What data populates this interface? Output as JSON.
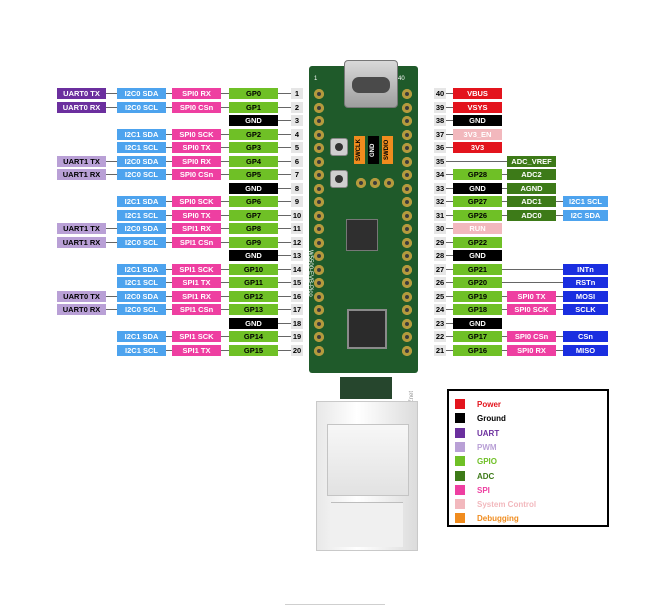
{
  "colors": {
    "power": "#e3141d",
    "ground": "#000000",
    "uart": "#6b2f9e",
    "pwm": "#b9a0d6",
    "gpio": "#6fc026",
    "adc": "#3d7a18",
    "spi": "#ee3fa1",
    "system_control": "#f2b8bd",
    "debugging": "#f08c1e",
    "i2c": "#4da3ee",
    "gray": "#888888",
    "blue_extra": "#1a2ee0"
  },
  "left_pins": [
    {
      "num": "1",
      "cols": [
        {
          "t": "UART0 TX",
          "c": "uart"
        },
        {
          "t": "I2C0 SDA",
          "c": "i2c"
        },
        {
          "t": "SPI0 RX",
          "c": "spi"
        },
        {
          "t": "GP0",
          "c": "gpio"
        }
      ]
    },
    {
      "num": "2",
      "cols": [
        {
          "t": "UART0 RX",
          "c": "uart"
        },
        {
          "t": "I2C0 SCL",
          "c": "i2c"
        },
        {
          "t": "SPI0 CSn",
          "c": "spi"
        },
        {
          "t": "GP1",
          "c": "gpio"
        }
      ]
    },
    {
      "num": "3",
      "cols": [
        null,
        null,
        null,
        {
          "t": "GND",
          "c": "ground"
        }
      ]
    },
    {
      "num": "4",
      "cols": [
        null,
        {
          "t": "I2C1 SDA",
          "c": "i2c"
        },
        {
          "t": "SPI0 SCK",
          "c": "spi"
        },
        {
          "t": "GP2",
          "c": "gpio"
        }
      ]
    },
    {
      "num": "5",
      "cols": [
        null,
        {
          "t": "I2C1 SCL",
          "c": "i2c"
        },
        {
          "t": "SPI0 TX",
          "c": "spi"
        },
        {
          "t": "GP3",
          "c": "gpio"
        }
      ]
    },
    {
      "num": "6",
      "cols": [
        {
          "t": "UART1 TX",
          "c": "pwm"
        },
        {
          "t": "I2C0 SDA",
          "c": "i2c"
        },
        {
          "t": "SPI0 RX",
          "c": "spi"
        },
        {
          "t": "GP4",
          "c": "gpio"
        }
      ]
    },
    {
      "num": "7",
      "cols": [
        {
          "t": "UART1 RX",
          "c": "pwm"
        },
        {
          "t": "I2C0 SCL",
          "c": "i2c"
        },
        {
          "t": "SPI0 CSn",
          "c": "spi"
        },
        {
          "t": "GP5",
          "c": "gpio"
        }
      ]
    },
    {
      "num": "8",
      "cols": [
        null,
        null,
        null,
        {
          "t": "GND",
          "c": "ground"
        }
      ]
    },
    {
      "num": "9",
      "cols": [
        null,
        {
          "t": "I2C1 SDA",
          "c": "i2c"
        },
        {
          "t": "SPI0 SCK",
          "c": "spi"
        },
        {
          "t": "GP6",
          "c": "gpio"
        }
      ]
    },
    {
      "num": "10",
      "cols": [
        null,
        {
          "t": "I2C1 SCL",
          "c": "i2c"
        },
        {
          "t": "SPI0 TX",
          "c": "spi"
        },
        {
          "t": "GP7",
          "c": "gpio"
        }
      ]
    },
    {
      "num": "11",
      "cols": [
        {
          "t": "UART1 TX",
          "c": "pwm"
        },
        {
          "t": "I2C0 SDA",
          "c": "i2c"
        },
        {
          "t": "SPI1 RX",
          "c": "spi"
        },
        {
          "t": "GP8",
          "c": "gpio"
        }
      ]
    },
    {
      "num": "12",
      "cols": [
        {
          "t": "UART1 RX",
          "c": "pwm"
        },
        {
          "t": "I2C0 SCL",
          "c": "i2c"
        },
        {
          "t": "SPI1 CSn",
          "c": "spi"
        },
        {
          "t": "GP9",
          "c": "gpio"
        }
      ]
    },
    {
      "num": "13",
      "cols": [
        null,
        null,
        null,
        {
          "t": "GND",
          "c": "ground"
        }
      ]
    },
    {
      "num": "14",
      "cols": [
        null,
        {
          "t": "I2C1 SDA",
          "c": "i2c"
        },
        {
          "t": "SPI1 SCK",
          "c": "spi"
        },
        {
          "t": "GP10",
          "c": "gpio"
        }
      ]
    },
    {
      "num": "15",
      "cols": [
        null,
        {
          "t": "I2C1 SCL",
          "c": "i2c"
        },
        {
          "t": "SPI1 TX",
          "c": "spi"
        },
        {
          "t": "GP11",
          "c": "gpio"
        }
      ]
    },
    {
      "num": "16",
      "cols": [
        {
          "t": "UART0 TX",
          "c": "pwm"
        },
        {
          "t": "I2C0 SDA",
          "c": "i2c"
        },
        {
          "t": "SPI1 RX",
          "c": "spi"
        },
        {
          "t": "GP12",
          "c": "gpio"
        }
      ]
    },
    {
      "num": "17",
      "cols": [
        {
          "t": "UART0 RX",
          "c": "pwm"
        },
        {
          "t": "I2C0 SCL",
          "c": "i2c"
        },
        {
          "t": "SPI1 CSn",
          "c": "spi"
        },
        {
          "t": "GP13",
          "c": "gpio"
        }
      ]
    },
    {
      "num": "18",
      "cols": [
        null,
        null,
        null,
        {
          "t": "GND",
          "c": "ground"
        }
      ]
    },
    {
      "num": "19",
      "cols": [
        null,
        {
          "t": "I2C1 SDA",
          "c": "i2c"
        },
        {
          "t": "SPI1 SCK",
          "c": "spi"
        },
        {
          "t": "GP14",
          "c": "gpio"
        }
      ]
    },
    {
      "num": "20",
      "cols": [
        null,
        {
          "t": "I2C1 SCL",
          "c": "i2c"
        },
        {
          "t": "SPI1 TX",
          "c": "spi"
        },
        {
          "t": "GP15",
          "c": "gpio"
        }
      ]
    }
  ],
  "right_pins": [
    {
      "num": "40",
      "cols": [
        {
          "t": "VBUS",
          "c": "power"
        },
        null,
        null,
        null
      ]
    },
    {
      "num": "39",
      "cols": [
        {
          "t": "VSYS",
          "c": "power"
        },
        null,
        null,
        null
      ]
    },
    {
      "num": "38",
      "cols": [
        {
          "t": "GND",
          "c": "ground"
        },
        null,
        null,
        null
      ]
    },
    {
      "num": "37",
      "cols": [
        {
          "t": "3V3_EN",
          "c": "system_control"
        },
        null,
        null,
        null
      ]
    },
    {
      "num": "36",
      "cols": [
        {
          "t": "3V3",
          "c": "power"
        },
        null,
        null,
        null
      ]
    },
    {
      "num": "35",
      "cols": [
        null,
        {
          "t": "ADC_VREF",
          "c": "adc"
        },
        null,
        null
      ]
    },
    {
      "num": "34",
      "cols": [
        {
          "t": "GP28",
          "c": "gpio"
        },
        {
          "t": "ADC2",
          "c": "adc"
        },
        null,
        null
      ]
    },
    {
      "num": "33",
      "cols": [
        {
          "t": "GND",
          "c": "ground"
        },
        {
          "t": "AGND",
          "c": "adc"
        },
        null,
        null
      ]
    },
    {
      "num": "32",
      "cols": [
        {
          "t": "GP27",
          "c": "gpio"
        },
        {
          "t": "ADC1",
          "c": "adc"
        },
        {
          "t": "I2C1 SCL",
          "c": "i2c"
        },
        null
      ]
    },
    {
      "num": "31",
      "cols": [
        {
          "t": "GP26",
          "c": "gpio"
        },
        {
          "t": "ADC0",
          "c": "adc"
        },
        {
          "t": "I2C SDA",
          "c": "i2c"
        },
        null
      ]
    },
    {
      "num": "30",
      "cols": [
        {
          "t": "RUN",
          "c": "system_control"
        },
        null,
        null,
        null
      ]
    },
    {
      "num": "29",
      "cols": [
        {
          "t": "GP22",
          "c": "gpio"
        },
        null,
        null,
        null
      ]
    },
    {
      "num": "28",
      "cols": [
        {
          "t": "GND",
          "c": "ground"
        },
        null,
        null,
        null
      ]
    },
    {
      "num": "27",
      "cols": [
        {
          "t": "GP21",
          "c": "gpio"
        },
        null,
        null,
        {
          "t": "INTn",
          "c": "blue_extra"
        }
      ]
    },
    {
      "num": "26",
      "cols": [
        {
          "t": "GP20",
          "c": "gpio"
        },
        null,
        null,
        {
          "t": "RSTn",
          "c": "blue_extra"
        }
      ]
    },
    {
      "num": "25",
      "cols": [
        {
          "t": "GP19",
          "c": "gpio"
        },
        {
          "t": "SPI0 TX",
          "c": "spi"
        },
        null,
        {
          "t": "MOSI",
          "c": "blue_extra"
        }
      ]
    },
    {
      "num": "24",
      "cols": [
        {
          "t": "GP18",
          "c": "gpio"
        },
        {
          "t": "SPI0 SCK",
          "c": "spi"
        },
        null,
        {
          "t": "SCLK",
          "c": "blue_extra"
        }
      ]
    },
    {
      "num": "23",
      "cols": [
        {
          "t": "GND",
          "c": "ground"
        },
        null,
        null,
        null
      ]
    },
    {
      "num": "22",
      "cols": [
        {
          "t": "GP17",
          "c": "gpio"
        },
        {
          "t": "SPI0 CSn",
          "c": "spi"
        },
        null,
        {
          "t": "CSn",
          "c": "blue_extra"
        }
      ]
    },
    {
      "num": "21",
      "cols": [
        {
          "t": "GP16",
          "c": "gpio"
        },
        {
          "t": "SPI0 RX",
          "c": "spi"
        },
        null,
        {
          "t": "MISO",
          "c": "blue_extra"
        }
      ]
    }
  ],
  "legend": [
    {
      "label": "Power",
      "c": "power"
    },
    {
      "label": "Ground",
      "c": "ground"
    },
    {
      "label": "UART",
      "c": "uart"
    },
    {
      "label": "PWM",
      "c": "pwm"
    },
    {
      "label": "GPIO",
      "c": "gpio"
    },
    {
      "label": "ADC",
      "c": "adc"
    },
    {
      "label": "SPI",
      "c": "spi"
    },
    {
      "label": "System Control",
      "c": "system_control"
    },
    {
      "label": "Debugging",
      "c": "debugging"
    }
  ],
  "board": {
    "debug_swclk": "SWCLK",
    "debug_gnd": "GND",
    "debug_swdio": "SWDIO",
    "pin_label_40": "40",
    "pin_label_1": "1",
    "silk_left": "W5500-EVB-Pico",
    "silk_right": "Made by WIZnet"
  }
}
